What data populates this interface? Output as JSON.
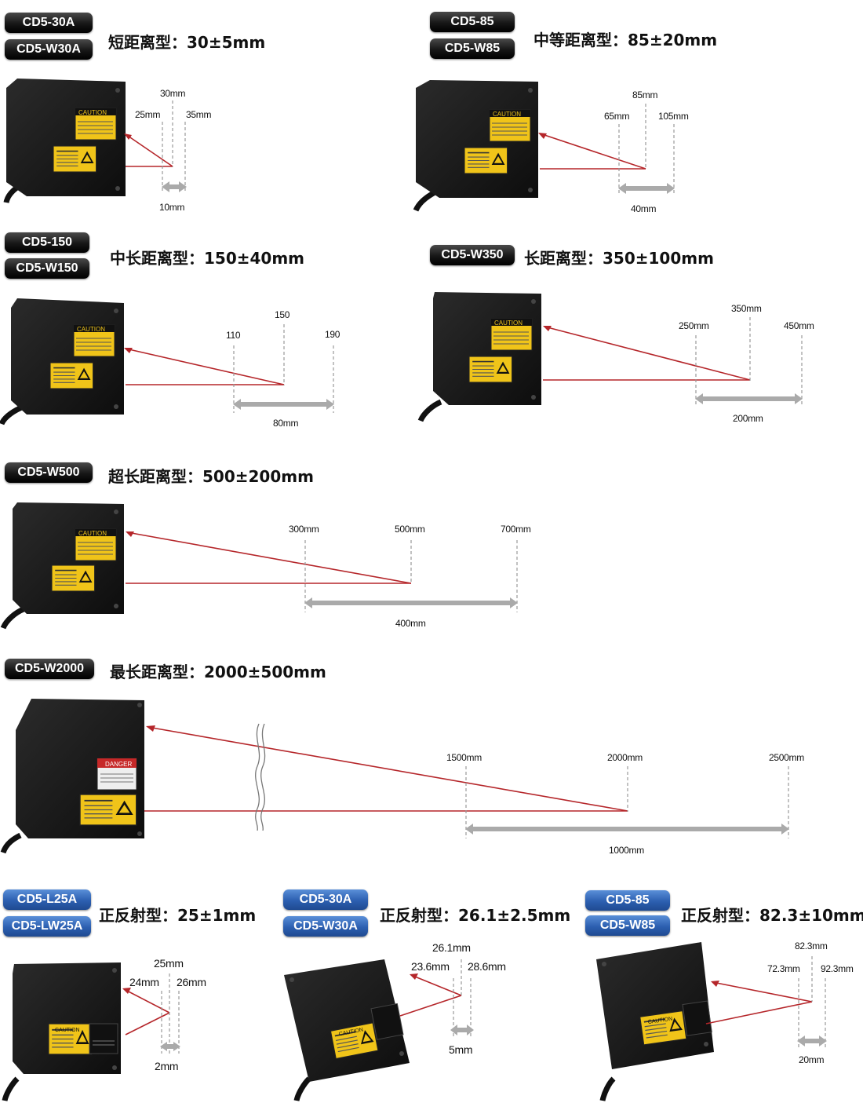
{
  "sections": {
    "s1": {
      "models": [
        "CD5-30A",
        "CD5-W30A"
      ],
      "title": "短距离型：30±5mm",
      "labels": {
        "center": "30mm",
        "near": "25mm",
        "far": "35mm",
        "range": "10mm"
      }
    },
    "s2": {
      "models": [
        "CD5-85",
        "CD5-W85"
      ],
      "title": "中等距离型：85±20mm",
      "labels": {
        "center": "85mm",
        "near": "65mm",
        "far": "105mm",
        "range": "40mm"
      }
    },
    "s3": {
      "models": [
        "CD5-150",
        "CD5-W150"
      ],
      "title": "中长距离型：150±40mm",
      "labels": {
        "center": "150",
        "near": "110",
        "far": "190",
        "range": "80mm"
      }
    },
    "s4": {
      "models": [
        "CD5-W350"
      ],
      "title": "长距离型：350±100mm",
      "labels": {
        "center": "350mm",
        "near": "250mm",
        "far": "450mm",
        "range": "200mm"
      }
    },
    "s5": {
      "models": [
        "CD5-W500"
      ],
      "title": "超长距离型：500±200mm",
      "labels": {
        "center": "500mm",
        "near": "300mm",
        "far": "700mm",
        "range": "400mm"
      }
    },
    "s6": {
      "models": [
        "CD5-W2000"
      ],
      "title": "最长距离型：2000±500mm",
      "labels": {
        "center": "2000mm",
        "near": "1500mm",
        "far": "2500mm",
        "range": "1000mm"
      }
    },
    "s7": {
      "models": [
        "CD5-L25A",
        "CD5-LW25A"
      ],
      "title": "正反射型：25±1mm",
      "labels": {
        "center": "25mm",
        "near": "24mm",
        "far": "26mm",
        "range": "2mm"
      }
    },
    "s8": {
      "models": [
        "CD5-30A",
        "CD5-W30A"
      ],
      "title": "正反射型：26.1±2.5mm",
      "labels": {
        "center": "26.1mm",
        "near": "23.6mm",
        "far": "28.6mm",
        "range": "5mm"
      }
    },
    "s9": {
      "models": [
        "CD5-85",
        "CD5-W85"
      ],
      "title": "正反射型：82.3±10mm",
      "labels": {
        "center": "82.3mm",
        "near": "72.3mm",
        "far": "92.3mm",
        "range": "20mm"
      }
    }
  },
  "sensor_labels": {
    "caution": "CAUTION",
    "danger": "DANGER"
  },
  "colors": {
    "beam": "#b5262a",
    "range_arrow": "#aaaaaa",
    "badge_dark": "#1a1a1a",
    "badge_blue": "#2c5fb0"
  }
}
